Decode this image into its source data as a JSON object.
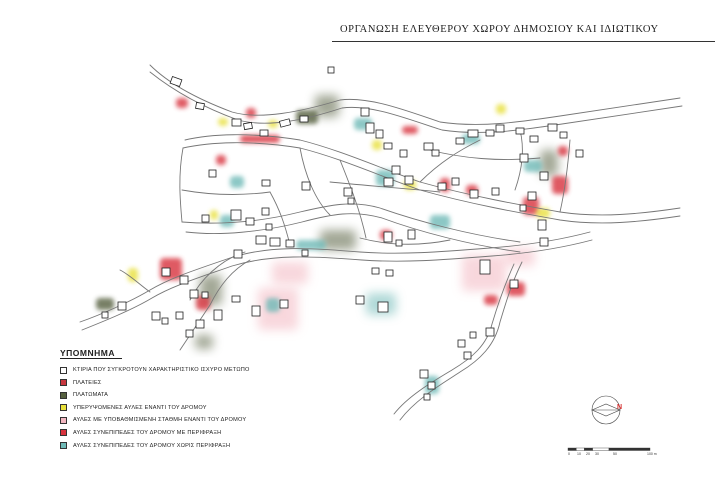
{
  "title": "ΟΡΓΑΝΩΣΗ ΕΛΕΥΘΕΡΟΥ ΧΩΡΟΥ ΔΗΜΟΣΙΟΥ ΚΑΙ ΙΔΙΩΤΙΚΟΥ",
  "legend": {
    "heading": "ΥΠΟΜΝΗΜΑ",
    "items": [
      {
        "label": "ΚΤΙΡΙΑ ΠΟΥ ΣΥΓΚΡΟΤΟΥΝ ΧΑΡΑΚΤΗΡΙΣΤΙΚΟ ΙΣΧΥΡΟ ΜΕΤΩΠΟ",
        "color": "#ffffff"
      },
      {
        "label": "ΠΛΑΤΕΙΕΣ",
        "color": "#c8373f"
      },
      {
        "label": "ΠΛΑΤΩΜΑΤΑ",
        "color": "#56613f"
      },
      {
        "label": "ΥΠΕΡΥΨΩΜΕΝΕΣ ΑΥΛΕΣ ΕΝΑΝΤΙ ΤΟΥ ΔΡΟΜΟΥ",
        "color": "#e8e03a"
      },
      {
        "label": "ΑΥΛΕΣ ΜΕ ΥΠΟΒΑΘΜΙΣΜΕΝΗ ΣΤΑΘΜΗ ΕΝΑΝΤΙ ΤΟΥ ΔΡΟΜΟΥ",
        "color": "#f3b7c1"
      },
      {
        "label": "ΑΥΛΕΣ ΣΥΝΕΠΙΠΕΔΕΣ ΤΟΥ ΔΡΟΜΟΥ ΜΕ ΠΕΡΙΦΡΑΞΗ",
        "color": "#d8333e"
      },
      {
        "label": "ΑΥΛΕΣ ΣΥΝΕΠΙΠΕΔΕΣ ΤΟΥ ΔΡΟΜΟΥ ΧΩΡΙΣ ΠΕΡΙΦΡΑΞΗ",
        "color": "#6fbab7"
      }
    ]
  },
  "scale": {
    "labels": [
      "0",
      "10",
      "20",
      "30",
      "50",
      "100 m"
    ],
    "values": [
      0,
      10,
      20,
      30,
      50,
      100
    ]
  },
  "north": {
    "label": "N",
    "color": "#d42a2a"
  },
  "colors": {
    "road": "#777777",
    "building": "#222222",
    "plaza": "#c8373f",
    "terrace": "#56613f",
    "raised": "#e8e03a",
    "lowered": "#f3b7c1",
    "fenced": "#d8333e",
    "unfenced": "#6fbab7"
  }
}
